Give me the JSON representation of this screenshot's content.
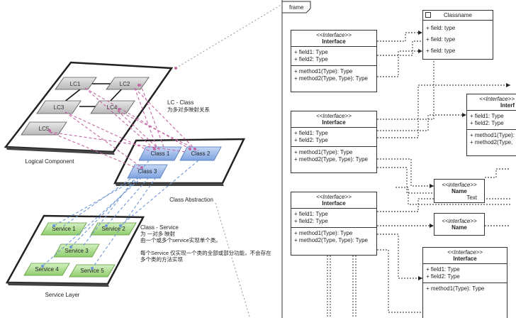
{
  "left": {
    "logical": {
      "caption": "Logical Component",
      "nodes": [
        "LC1",
        "LC2",
        "LC3",
        "LC4",
        "LC5"
      ]
    },
    "abstraction": {
      "caption": "Class Abstraction",
      "nodes": [
        "Class 1",
        "Class 2",
        "Class 3"
      ]
    },
    "service": {
      "caption": "Service Layer",
      "nodes": [
        "Service 1",
        "Service 2",
        "Service 3",
        "Service 4",
        "Service 5"
      ]
    },
    "note_lc": {
      "line1": "LC - Class",
      "line2": "为多对多映射关系"
    },
    "note_service": {
      "line1": "Class - Service",
      "line2": "为 一对多 映射",
      "line3": "由一个或多个service实现单个类。",
      "line4": "每个Service 仅实现一个类的全部或部分功能，不会存在",
      "line5": "多个类的方法实现"
    }
  },
  "right": {
    "frame_label": "frame",
    "iface_stereotype": "<<Interface>>",
    "iface_stereotype_small": "<<interface>>",
    "iface_name": "Interface",
    "name_label": "Name",
    "text_label": "Text",
    "classname": "Classname",
    "field1": "+ field1: Type",
    "field2": "+ field2: Type",
    "method1": "+ method1(Type): Type",
    "method2": "+ method2(Type, Type): Type",
    "field_type": "+ field: type",
    "trunc_iface": "Interf",
    "trunc_field1": "+ field1: Type",
    "trunc_field2": "+ field2: Type",
    "trunc_method1": "+ method1(Type):",
    "trunc_method2": "+ method2(Type,"
  },
  "colors": {
    "blue_node": "#9dbbea",
    "green_node": "#a8d98e",
    "gray_node": "#c9c9c9",
    "pink_dash": "#c266a3",
    "blue_dash": "#6f97d6"
  }
}
